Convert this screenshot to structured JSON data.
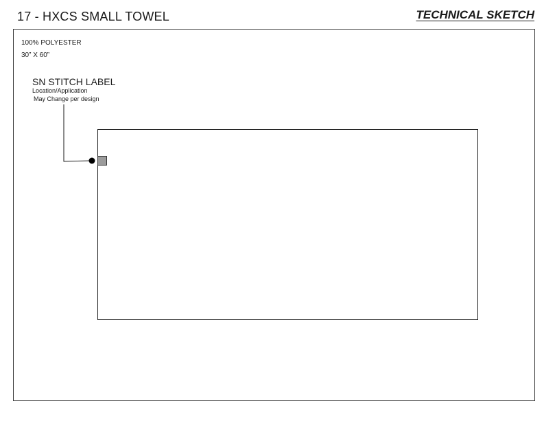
{
  "header": {
    "title": "17 - HXCS SMALL TOWEL",
    "tag": "TECHNICAL SKETCH"
  },
  "specs": {
    "material": "100% POLYESTER",
    "size": "30” X 60”"
  },
  "callout": {
    "title": "SN STITCH LABEL",
    "line1": "Location/Application",
    "line2": "May Change per design"
  },
  "colors": {
    "stroke": "#1a1a1a",
    "label_fill": "#9c9c9c"
  }
}
